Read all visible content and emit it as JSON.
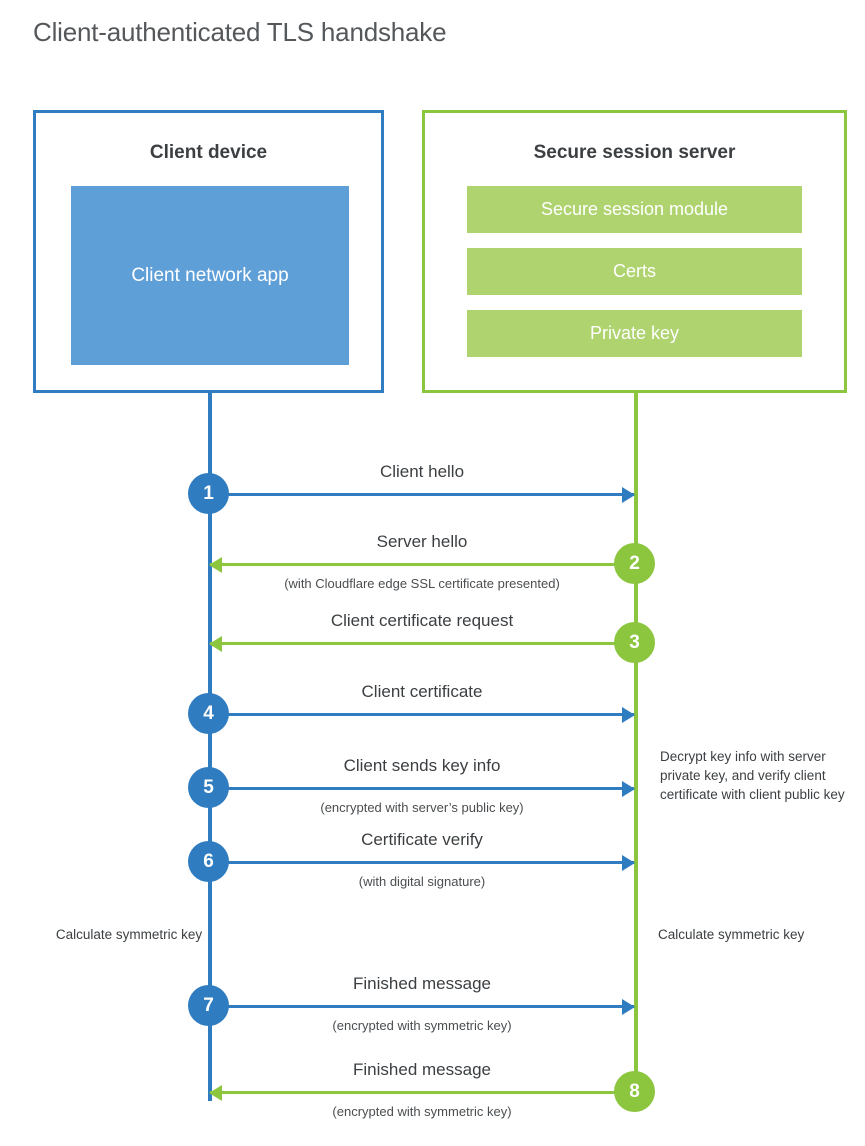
{
  "title": "Client-authenticated TLS handshake",
  "actors": {
    "client": {
      "title": "Client device",
      "app_label": "Client network app"
    },
    "server": {
      "title": "Secure session server",
      "modules": [
        {
          "label": "Secure session module"
        },
        {
          "label": "Certs"
        },
        {
          "label": "Private key"
        }
      ]
    }
  },
  "steps": [
    {
      "number": "1",
      "label": "Client hello",
      "sublabel": "",
      "direction": "client-to-server",
      "color": "#2f7cc0"
    },
    {
      "number": "2",
      "label": "Server hello",
      "sublabel": "(with Cloudflare edge SSL certificate presented)",
      "direction": "server-to-client",
      "color": "#8cc63f"
    },
    {
      "number": "3",
      "label": "Client certificate request",
      "sublabel": "",
      "direction": "server-to-client",
      "color": "#8cc63f"
    },
    {
      "number": "4",
      "label": "Client certificate",
      "sublabel": "",
      "direction": "client-to-server",
      "color": "#2f7cc0"
    },
    {
      "number": "5",
      "label": "Client sends key info",
      "sublabel": "(encrypted with server’s public key)",
      "direction": "client-to-server",
      "color": "#2f7cc0"
    },
    {
      "number": "6",
      "label": "Certificate verify",
      "sublabel": "(with digital signature)",
      "direction": "client-to-server",
      "color": "#2f7cc0"
    },
    {
      "number": "7",
      "label": "Finished message",
      "sublabel": "(encrypted with symmetric key)",
      "direction": "client-to-server",
      "color": "#2f7cc0"
    },
    {
      "number": "8",
      "label": "Finished message",
      "sublabel": "(encrypted with symmetric key)",
      "direction": "server-to-client",
      "color": "#8cc63f"
    }
  ],
  "notes": {
    "server_decrypt": "Decrypt key info with server private key, and verify client certificate with client public key",
    "client_calculate": "Calculate symmetric key",
    "server_calculate": "Calculate symmetric key"
  },
  "colors": {
    "client_blue": "#2f7cc0",
    "client_app_blue": "#5e9fd8",
    "server_green": "#8cc63f",
    "server_module_green": "#aed36f",
    "title_gray": "#55585b",
    "text_dark": "#3b3f42",
    "background": "#ffffff"
  }
}
